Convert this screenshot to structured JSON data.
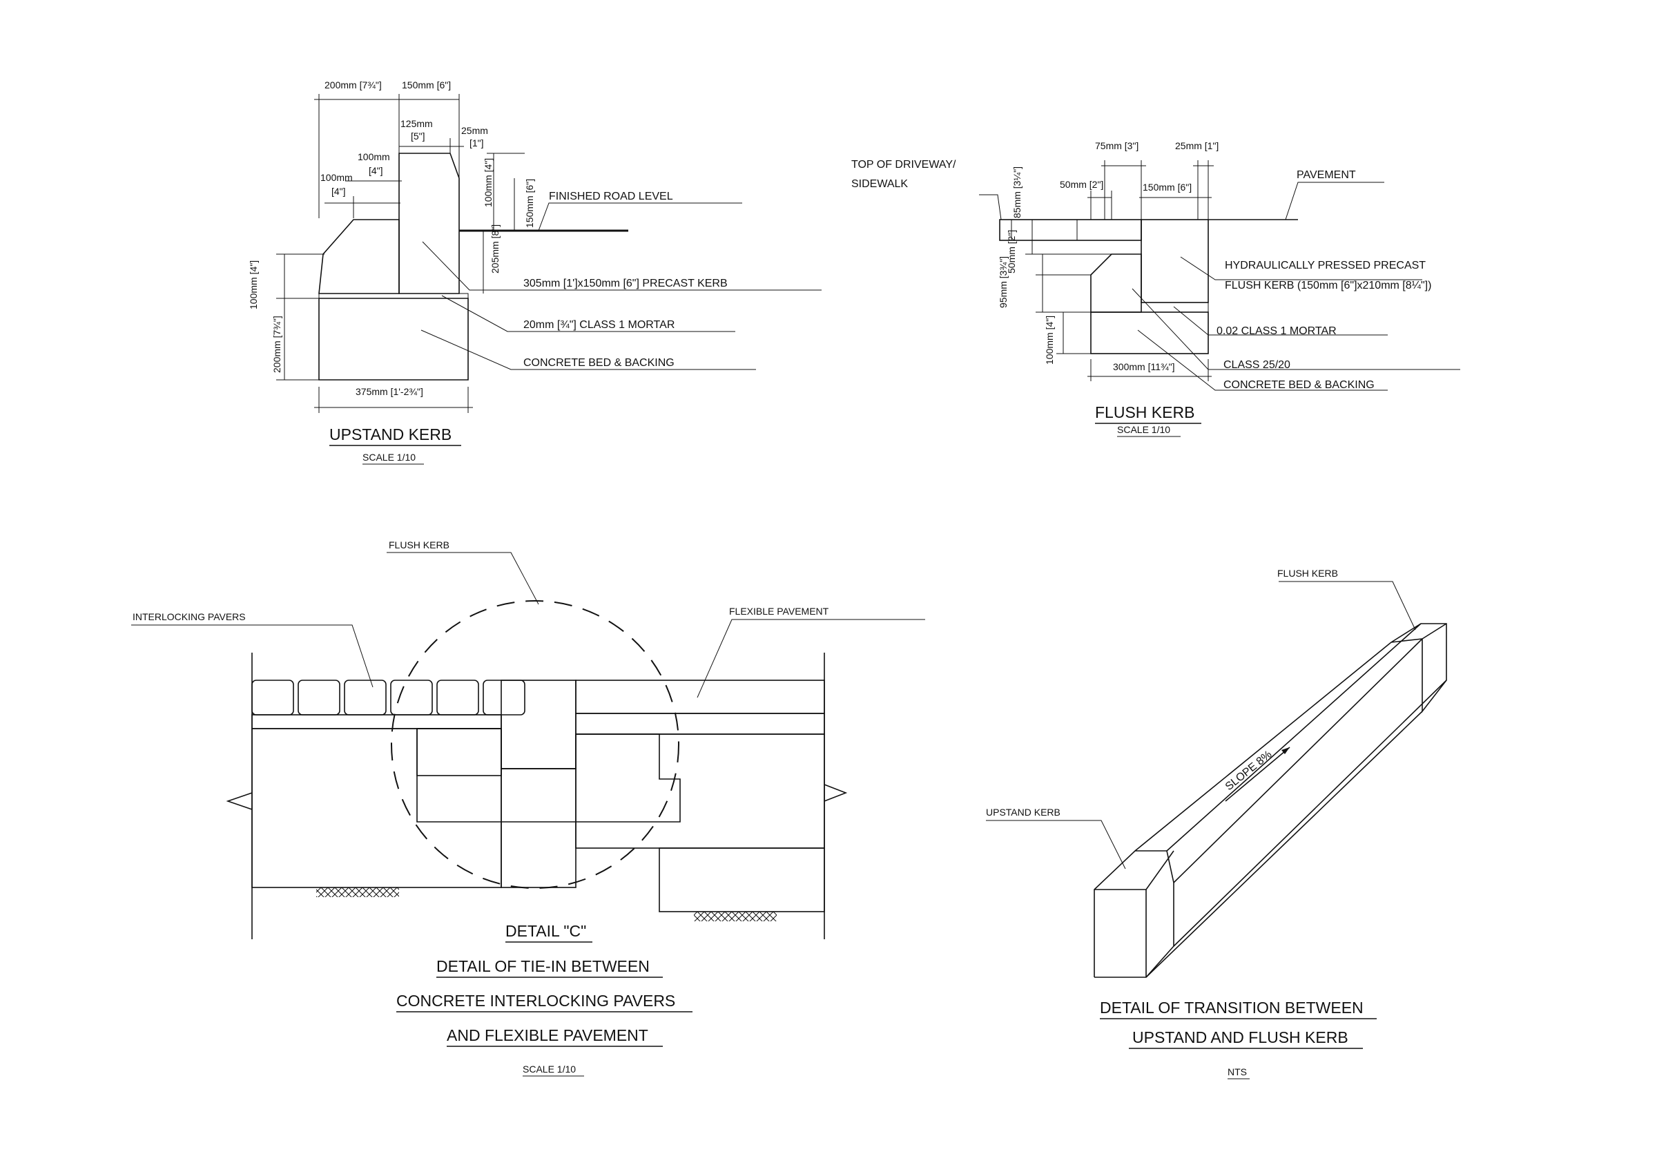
{
  "upstand": {
    "dims": {
      "w200": "200mm [7¾\"]",
      "w150": "150mm [6\"]",
      "w125": "125mm",
      "w125i": "[5\"]",
      "w25": "25mm",
      "w25i": "[1\"]",
      "w100a": "100mm",
      "w100ai": "[4\"]",
      "w100b": "100mm",
      "w100bi": "[4\"]",
      "h100": "100mm [4\"]",
      "h150": "150mm [6\"]",
      "h205": "205mm [8\"]",
      "v100": "100mm [4\"]",
      "v200": "200mm [7¾\"]",
      "w375": "375mm [1'-2¾\"]"
    },
    "labels": [
      "FINISHED ROAD LEVEL",
      "305mm [1']x150mm [6\"] PRECAST KERB",
      "20mm [¾\"] CLASS 1 MORTAR",
      "CONCRETE BED & BACKING"
    ],
    "title": "UPSTAND KERB",
    "scale": "SCALE 1/10"
  },
  "flush": {
    "dims": {
      "w75": "75mm [3\"]",
      "w25": "25mm [1\"]",
      "w50": "50mm [2\"]",
      "w150": "150mm [6\"]",
      "v85": "85mm [3¼\"]",
      "v50": "50mm [2\"]",
      "v95": "95mm [3¾\"]",
      "v100": "100mm [4\"]",
      "w300": "300mm [11¾\"]"
    },
    "labels": {
      "top_driveway": "TOP OF DRIVEWAY/",
      "sidewalk": "SIDEWALK",
      "pavement": "PAVEMENT",
      "kerb1": "HYDRAULICALLY PRESSED PRECAST",
      "kerb2": "FLUSH KERB (150mm [6\"]x210mm [8¼\"])",
      "mortar": "0.02 CLASS 1 MORTAR",
      "class": "CLASS 25/20",
      "bed": "CONCRETE BED & BACKING"
    },
    "title": "FLUSH KERB",
    "scale": "SCALE 1/10"
  },
  "detail_c": {
    "labels": {
      "flush_kerb": "FLUSH KERB",
      "pavers": "INTERLOCKING PAVERS",
      "flexible": "FLEXIBLE PAVEMENT"
    },
    "title_lines": [
      "DETAIL \"C\"",
      "DETAIL OF TIE-IN BETWEEN",
      "CONCRETE INTERLOCKING PAVERS",
      "AND FLEXIBLE PAVEMENT"
    ],
    "scale": "SCALE 1/10"
  },
  "transition": {
    "labels": {
      "flush_kerb": "FLUSH KERB",
      "upstand_kerb": "UPSTAND KERB",
      "slope": "SLOPE 8%"
    },
    "title_lines": [
      "DETAIL OF TRANSITION BETWEEN",
      "UPSTAND AND FLUSH KERB"
    ],
    "scale": "NTS"
  }
}
